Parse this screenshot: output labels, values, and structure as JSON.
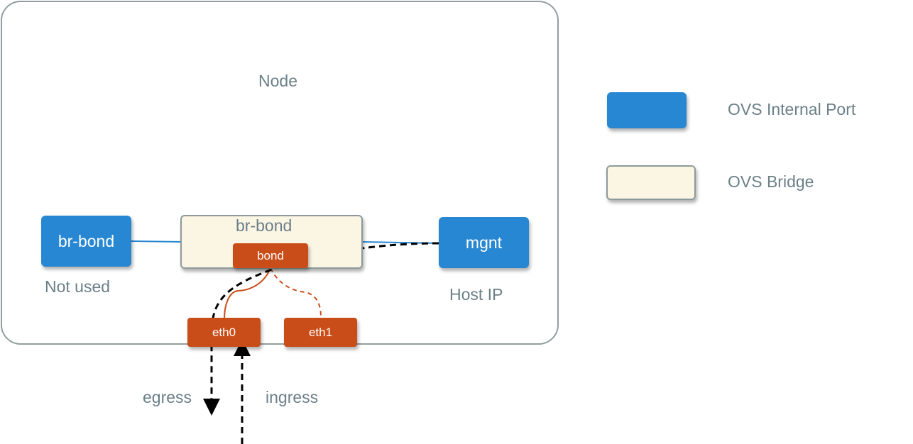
{
  "node": {
    "title": "Node"
  },
  "ports": {
    "br_bond_internal": {
      "label": "br-bond",
      "caption": "Not used"
    },
    "mgnt": {
      "label": "mgnt",
      "caption": "Host IP"
    }
  },
  "bridge": {
    "label": "br-bond",
    "bond_label": "bond"
  },
  "interfaces": {
    "eth0": "eth0",
    "eth1": "eth1"
  },
  "traffic": {
    "egress": "egress",
    "ingress": "ingress"
  },
  "legend": [
    {
      "label": "OVS Internal Port",
      "kind": "internal-port"
    },
    {
      "label": "OVS Bridge",
      "kind": "bridge"
    }
  ],
  "colors": {
    "internal_port": "#2787d2",
    "bridge_fill": "#fbf5e4",
    "interface": "#c94d18",
    "frame": "#929e9f",
    "text": "#6b7f88"
  }
}
